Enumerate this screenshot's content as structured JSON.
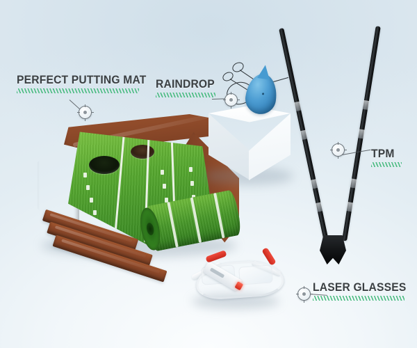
{
  "scene": {
    "title": "Golf Putting Training Set Product Callout Image",
    "background_top_color": "#dce8ef",
    "background_bottom_color": "#fafcfd",
    "accent_green": "#3fb878",
    "label_text_color": "#3a3f42",
    "wood_color": "#8c4829",
    "turf_color": "#56a82f",
    "raindrop_color": "#4f9fd4",
    "stick_color": "#17191b",
    "glasses_accent_color": "#d0291a"
  },
  "callouts": [
    {
      "id": "perfect-putting-mat",
      "label": "PERFECT PUTTING MAT",
      "marker": "target-marker-icon"
    },
    {
      "id": "raindrop",
      "label": "RAINDROP",
      "marker": "target-marker-icon"
    },
    {
      "id": "tpm",
      "label": "TPM",
      "marker": "target-marker-icon"
    },
    {
      "id": "laser-glasses",
      "label": "LASER GLASSES",
      "marker": "target-marker-icon"
    }
  ],
  "products": {
    "putting_mat": "perfect-putting-mat",
    "raindrop": "raindrop-trainer",
    "tpm": "tpm-alignment-sticks",
    "laser_glasses": "laser-training-glasses",
    "pedestal": "white-display-cube"
  }
}
